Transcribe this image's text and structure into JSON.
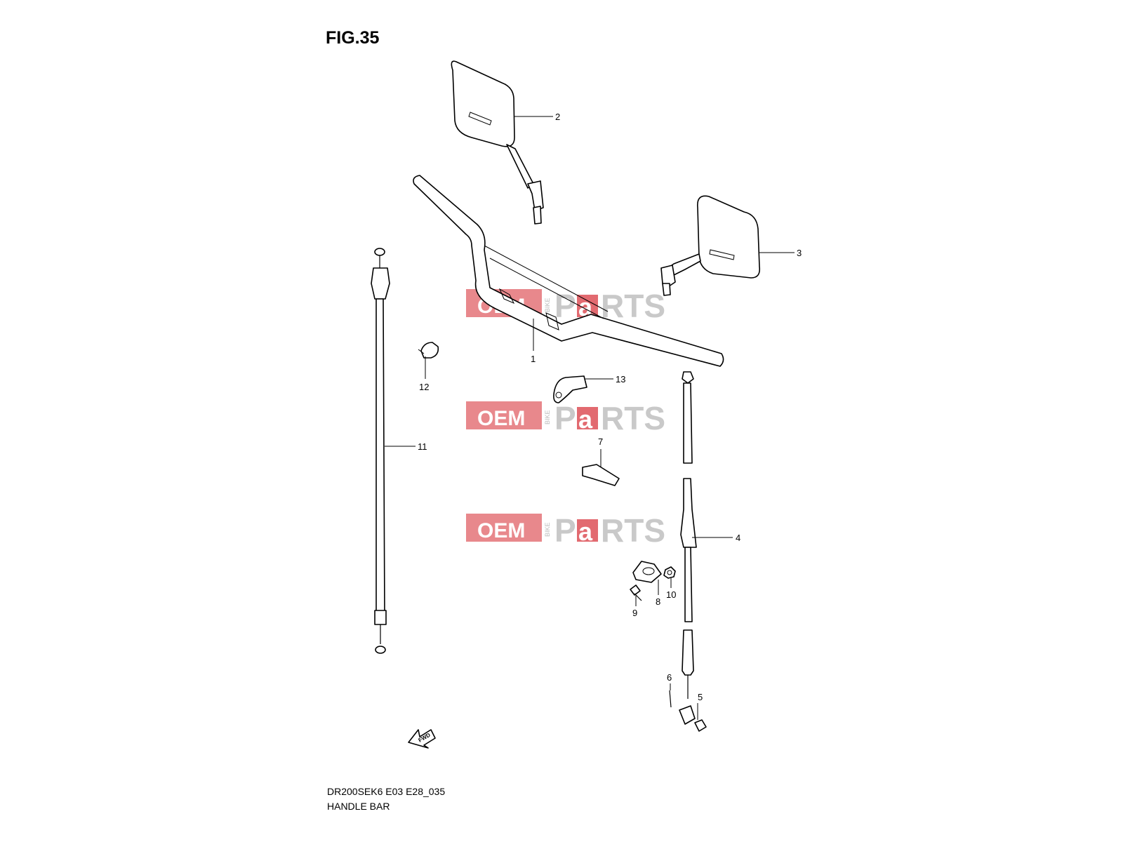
{
  "figure": {
    "title": "FIG.35",
    "model_code": "DR200SEK6 E03 E28_035",
    "section_name": "HANDLE BAR"
  },
  "callouts": {
    "c1": "1",
    "c2": "2",
    "c3": "3",
    "c4": "4",
    "c5": "5",
    "c6": "6",
    "c7": "7",
    "c8": "8",
    "c9": "9",
    "c10": "10",
    "c11": "11",
    "c12": "12",
    "c13": "13"
  },
  "fwd_label": "FWD",
  "watermark": {
    "oem": "OEM",
    "bike": "BIKE",
    "p": "P",
    "a": "a",
    "rts": "RTS"
  },
  "colors": {
    "watermark_red": "#e8888c",
    "watermark_gray": "#c9c9c9"
  }
}
